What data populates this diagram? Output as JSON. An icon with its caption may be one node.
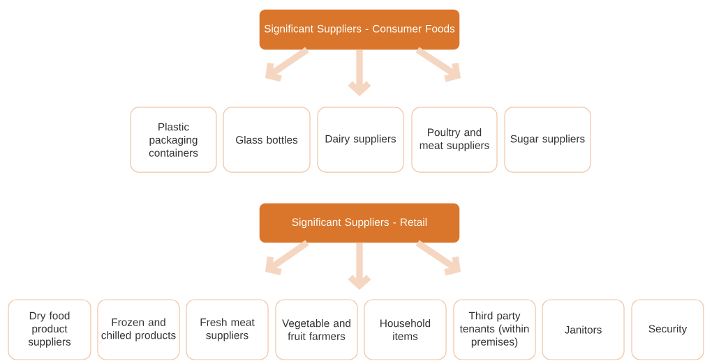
{
  "diagram": {
    "nodes": [
      {
        "text": [
          "Significant Suppliers - Consumer Foods"
        ]
      },
      {
        "text": [
          "Plastic packaging containers"
        ]
      },
      {
        "text": [
          "Glass bottles"
        ]
      },
      {
        "text": [
          "Dairy suppliers"
        ]
      },
      {
        "text": [
          "Poultry and meat suppliers"
        ]
      },
      {
        "text": [
          "Sugar suppliers"
        ]
      },
      {
        "text": [
          "Significant Suppliers - Retail"
        ]
      },
      {
        "text": [
          "Dry food product suppliers"
        ]
      },
      {
        "text": [
          "Frozen and chilled products"
        ]
      },
      {
        "text": [
          "Fresh meat suppliers"
        ]
      },
      {
        "text": [
          "Vegetable and fruit farmers"
        ]
      },
      {
        "text": [
          "Household items"
        ]
      },
      {
        "text": [
          "Third party tenants (within premises)"
        ]
      },
      {
        "text": [
          "Janitors"
        ]
      },
      {
        "text": [
          "Security"
        ]
      }
    ],
    "edges": [
      {
        "from": 0,
        "to": null,
        "arrow": "to"
      },
      {
        "from": 0,
        "to": null,
        "arrow": "to"
      },
      {
        "from": 0,
        "to": null,
        "arrow": "to"
      },
      {
        "from": 6,
        "to": null,
        "arrow": "to"
      },
      {
        "from": 6,
        "to": null,
        "arrow": "to"
      },
      {
        "from": 6,
        "to": null,
        "arrow": "to"
      }
    ]
  }
}
